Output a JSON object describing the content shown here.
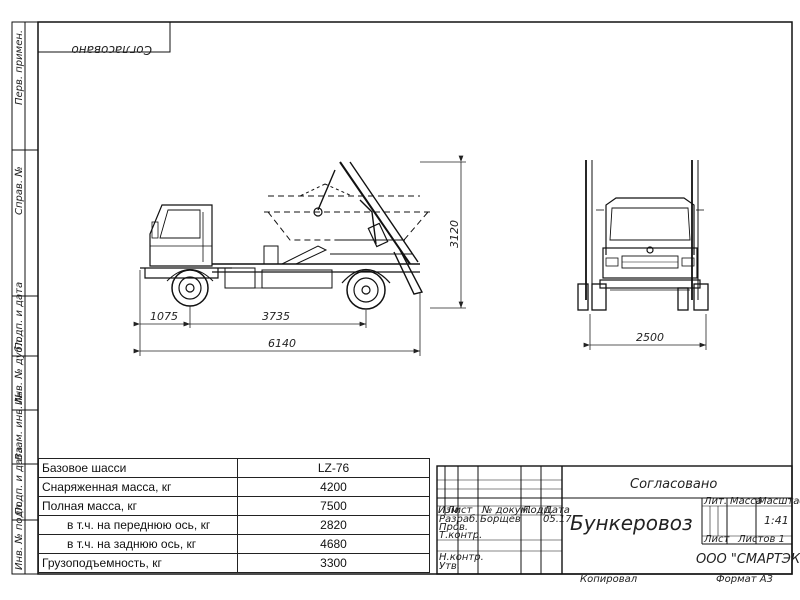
{
  "sheet": {
    "stamp_text": "Согласовано",
    "title": "Бункеровоз",
    "company": "ООО \"СМАРТЭКО\"",
    "scale_value": "1:41",
    "sheet_label": "Лист",
    "sheets_label": "Листов 1",
    "lit_label": "Лит.",
    "mass_label": "Масса",
    "scale_label": "Масштаб",
    "copied_label": "Копировал",
    "format_label": "Формат A3",
    "mirrored_box_text": "Согласовано",
    "rev_col_izm": "Изм",
    "rev_col_list": "Лист",
    "rev_col_doc": "№ докум.",
    "rev_col_sign": "Подп.",
    "rev_col_date": "Дата",
    "role_razrab": "Разраб.",
    "role_prov": "Пров.",
    "role_tkontr": "Т.контр.",
    "role_nkontr": "Н.контр.",
    "role_utv": "Утв.",
    "developer_name": "Борщёв",
    "dev_date": "05.17"
  },
  "dimensions": {
    "front_overhang": "1075",
    "wheelbase": "3735",
    "overall_length": "6140",
    "height": "3120",
    "width": "2500"
  },
  "specs": [
    {
      "label": "Базовое шасси",
      "value": "LZ-76",
      "indent": false
    },
    {
      "label": "Снаряженная масса, кг",
      "value": "4200",
      "indent": false
    },
    {
      "label": "Полная масса, кг",
      "value": "7500",
      "indent": false
    },
    {
      "label": "в т.ч. на переднюю ось, кг",
      "value": "2820",
      "indent": true
    },
    {
      "label": "в т.ч. на заднюю ось, кг",
      "value": "4680",
      "indent": true
    },
    {
      "label": "Грузоподъемность, кг",
      "value": "3300",
      "indent": false
    }
  ],
  "side_strip": {
    "labels": [
      "Перв. примен.",
      "Справ. №",
      "Подп. и дата",
      "Инв. № дубл.",
      "Взам. инв. №",
      "Подп. и дата",
      "Инв. № подл."
    ]
  }
}
